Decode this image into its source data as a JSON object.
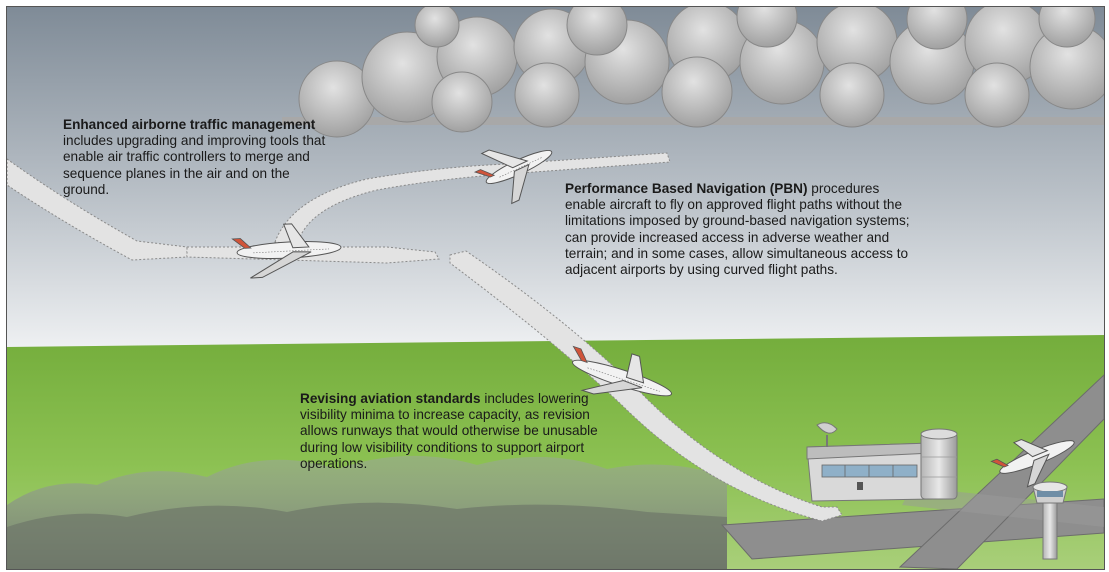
{
  "captions": {
    "atm": {
      "title": "Enhanced airborne traffic management",
      "body": " includes upgrading and improving tools that enable air traffic controllers to merge and sequence planes in the air and on the ground."
    },
    "pbn": {
      "title": "Performance Based Navigation (PBN)",
      "body": " procedures enable aircraft to fly on approved flight paths without the limitations imposed by ground-based navigation systems; can provide increased access in adverse weather and terrain; and in some cases, allow simultaneous access to adjacent airports by using curved flight paths."
    },
    "ras": {
      "title": "Revising aviation standards",
      "body": " includes lowering visibility minima to increase capacity, as revision allows runways that would otherwise be unusable during low visibility conditions to support airport operations."
    }
  },
  "colors": {
    "sky_top": "#7f8b97",
    "sky_bottom": "#eef0f2",
    "grass": "#7cb342",
    "cloud": "#c9c9c9",
    "arrow": "#e2e2e2",
    "accent_tail": "#d0543a"
  }
}
